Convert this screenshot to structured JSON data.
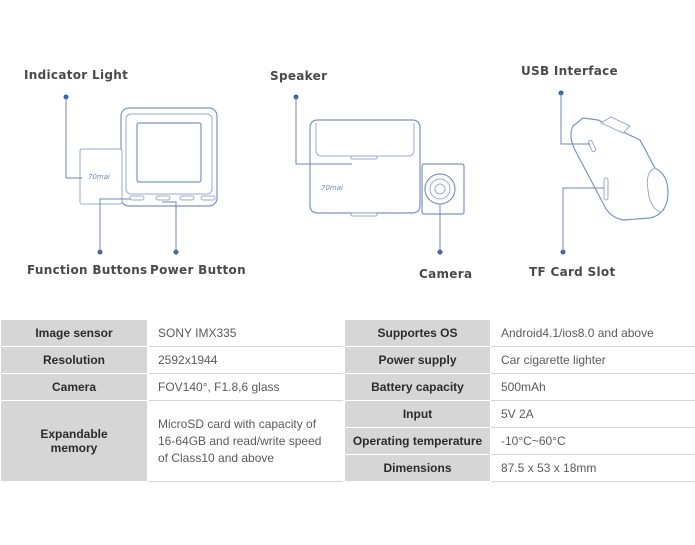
{
  "callouts": {
    "indicator_light": "Indicator Light",
    "speaker": "Speaker",
    "usb_interface": "USB Interface",
    "function_buttons": "Function Buttons",
    "power_button": "Power Button",
    "camera": "Camera",
    "tf_card_slot": "TF Card Slot"
  },
  "brand_mark": "70mai",
  "specs": {
    "left": [
      {
        "label": "Image sensor",
        "value": "SONY IMX335"
      },
      {
        "label": "Resolution",
        "value": "2592x1944"
      },
      {
        "label": "Camera",
        "value": "FOV140°,  F1.8,6 glass"
      },
      {
        "label": "Expandable memory",
        "value": "MicroSD card with capacity of 16-64GB and read/write speed of Class10 and above"
      }
    ],
    "right": [
      {
        "label": "Supportes OS",
        "value": "Android4.1/ios8.0 and above"
      },
      {
        "label": "Power supply",
        "value": "Car cigarette lighter"
      },
      {
        "label": "Battery capacity",
        "value": "500mAh"
      },
      {
        "label": "Input",
        "value": "5V  2A"
      },
      {
        "label": "Operating temperature",
        "value": "-10°C~60°C"
      },
      {
        "label": "Dimensions",
        "value": "87.5 x 53 x 18mm"
      }
    ]
  },
  "colors": {
    "accent": "#3d5fa8",
    "line": "#6f86b8",
    "label_bg": "#d6d6d6"
  }
}
